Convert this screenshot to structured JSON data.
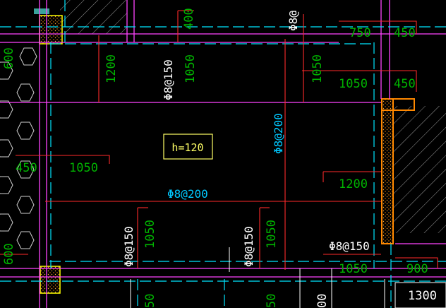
{
  "colors": {
    "background": "#000000",
    "dimension": "#00b400",
    "rebar_label": "#00c8ff",
    "thickness_label": "#ffff66",
    "red_line": "#ff2a2a",
    "magenta_line": "#ff44ff",
    "cyan_line": "#00e5ff",
    "white_text": "#ffffff",
    "hatch": "#bbbbbb",
    "column_box": "#ffff00"
  },
  "labels": {
    "slab_thickness": "h=120",
    "rebar_main_horizontal": "Φ8@200",
    "rebar_main_vertical": "Φ8@200",
    "rebar_top_left": "Φ8@150",
    "rebar_top_right": "Φ8@",
    "rebar_bottom_left": "Φ8@150",
    "rebar_bottom_mid": "Φ8@150",
    "rebar_bottom_right": "Φ8@150",
    "dim_750": "750",
    "dim_450_top": "450",
    "dim_450_mid": "450",
    "dim_600": "600",
    "dim_400": "400",
    "dim_1200_left": "1200",
    "dim_1050_a": "1050",
    "dim_1050_b": "1050",
    "dim_1050_c": "1050",
    "dim_450_left": "450",
    "dim_1050_left": "1050",
    "dim_1200_right": "1200",
    "dim_1050_bl": "1050",
    "dim_1050_bm": "1050",
    "dim_1050_br": "1050",
    "dim_900": "900",
    "dim_1300": "1300",
    "dim_50": "50",
    "dim_50b": "50",
    "dim_00": "00",
    "dim_600_bottom": "600"
  }
}
